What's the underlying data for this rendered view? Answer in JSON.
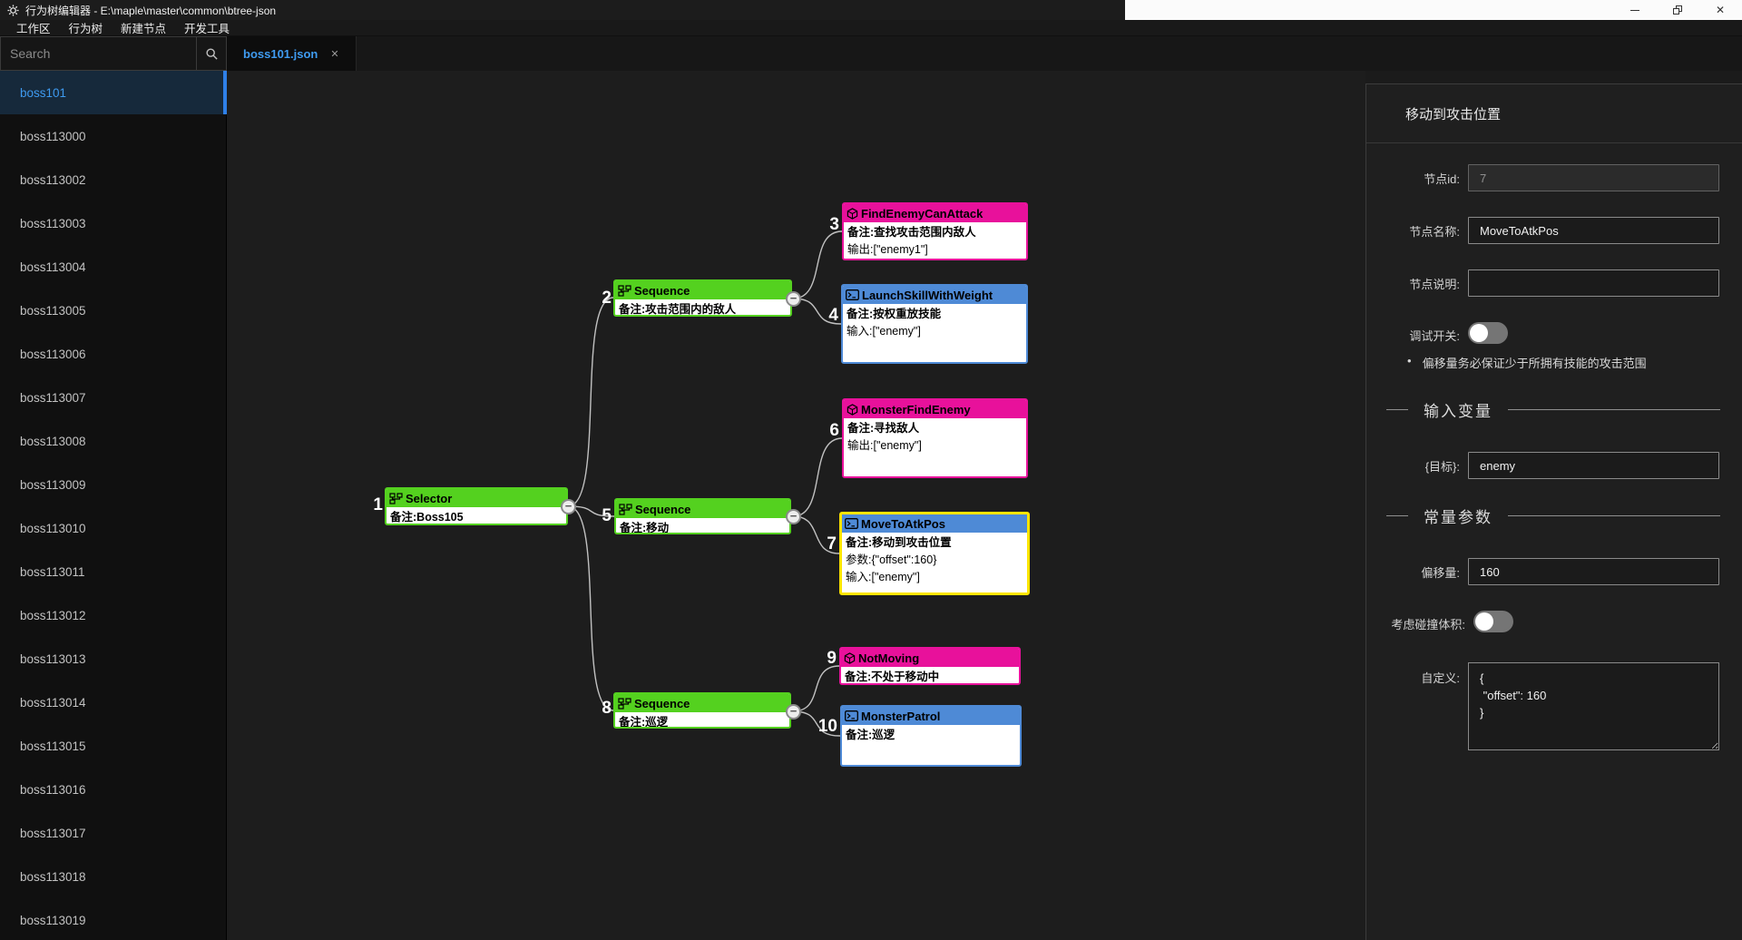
{
  "window": {
    "title": "行为树编辑器 - E:\\maple\\master\\common\\btree-json",
    "close_glyph": "✕"
  },
  "menu": {
    "items": [
      "工作区",
      "行为树",
      "新建节点",
      "开发工具"
    ]
  },
  "sidebar": {
    "search": {
      "placeholder": "Search"
    },
    "selected": "boss101",
    "items": [
      "boss101",
      "boss113000",
      "boss113002",
      "boss113003",
      "boss113004",
      "boss113005",
      "boss113006",
      "boss113007",
      "boss113008",
      "boss113009",
      "boss113010",
      "boss113011",
      "boss113012",
      "boss113013",
      "boss113014",
      "boss113015",
      "boss113016",
      "boss113017",
      "boss113018",
      "boss113019"
    ]
  },
  "tabbar": {
    "active_tab": "boss101.json",
    "close_glyph": "✕"
  },
  "canvas": {
    "collapse_glyph": "−",
    "nodes": [
      {
        "num": "1",
        "title": "Selector",
        "lines": [
          "备注:Boss105"
        ]
      },
      {
        "num": "2",
        "title": "Sequence",
        "lines": [
          "备注:攻击范围内的敌人"
        ]
      },
      {
        "num": "3",
        "title": "FindEnemyCanAttack",
        "lines": [
          "备注:查找攻击范围内敌人",
          "输出:[\"enemy1\"]"
        ]
      },
      {
        "num": "4",
        "title": "LaunchSkillWithWeight",
        "lines": [
          "备注:按权重放技能",
          "输入:[\"enemy\"]"
        ]
      },
      {
        "num": "5",
        "title": "Sequence",
        "lines": [
          "备注:移动"
        ]
      },
      {
        "num": "6",
        "title": "MonsterFindEnemy",
        "lines": [
          "备注:寻找敌人",
          "输出:[\"enemy\"]"
        ]
      },
      {
        "num": "7",
        "title": "MoveToAtkPos",
        "lines": [
          "备注:移动到攻击位置",
          "参数:{\"offset\":160}",
          "输入:[\"enemy\"]"
        ]
      },
      {
        "num": "8",
        "title": "Sequence",
        "lines": [
          "备注:巡逻"
        ]
      },
      {
        "num": "9",
        "title": "NotMoving",
        "lines": [
          "备注:不处于移动中"
        ]
      },
      {
        "num": "10",
        "title": "MonsterPatrol",
        "lines": [
          "备注:巡逻"
        ]
      }
    ]
  },
  "panel": {
    "title": "移动到攻击位置",
    "node_id": {
      "label": "节点id:",
      "value": "7"
    },
    "node_name": {
      "label": "节点名称:",
      "value": "MoveToAtkPos"
    },
    "node_desc": {
      "label": "节点说明:",
      "value": ""
    },
    "debug": {
      "label": "调试开关:",
      "state": "off"
    },
    "note": "偏移量务必保证少于所拥有技能的攻击范围",
    "sections": {
      "inputs": "输入变量",
      "consts": "常量参数"
    },
    "target": {
      "label": "{目标}:",
      "value": "enemy"
    },
    "offset": {
      "label": "偏移量:",
      "value": "160"
    },
    "collision": {
      "label": "考虑碰撞体积:",
      "state": "off"
    },
    "custom": {
      "label": "自定义:",
      "value": "{\n \"offset\": 160\n}"
    }
  },
  "colors": {
    "composite_green": "#54d11f",
    "condition_magenta": "#e8119b",
    "action_blue": "#4e8ad6",
    "selection_yellow": "#ffe500",
    "accent_blue": "#3f9bf0"
  },
  "icons": {
    "app": "gear-icon",
    "search": "magnifier-icon",
    "composite": "hierarchy-icon",
    "condition": "cube-icon",
    "action": "terminal-icon"
  }
}
